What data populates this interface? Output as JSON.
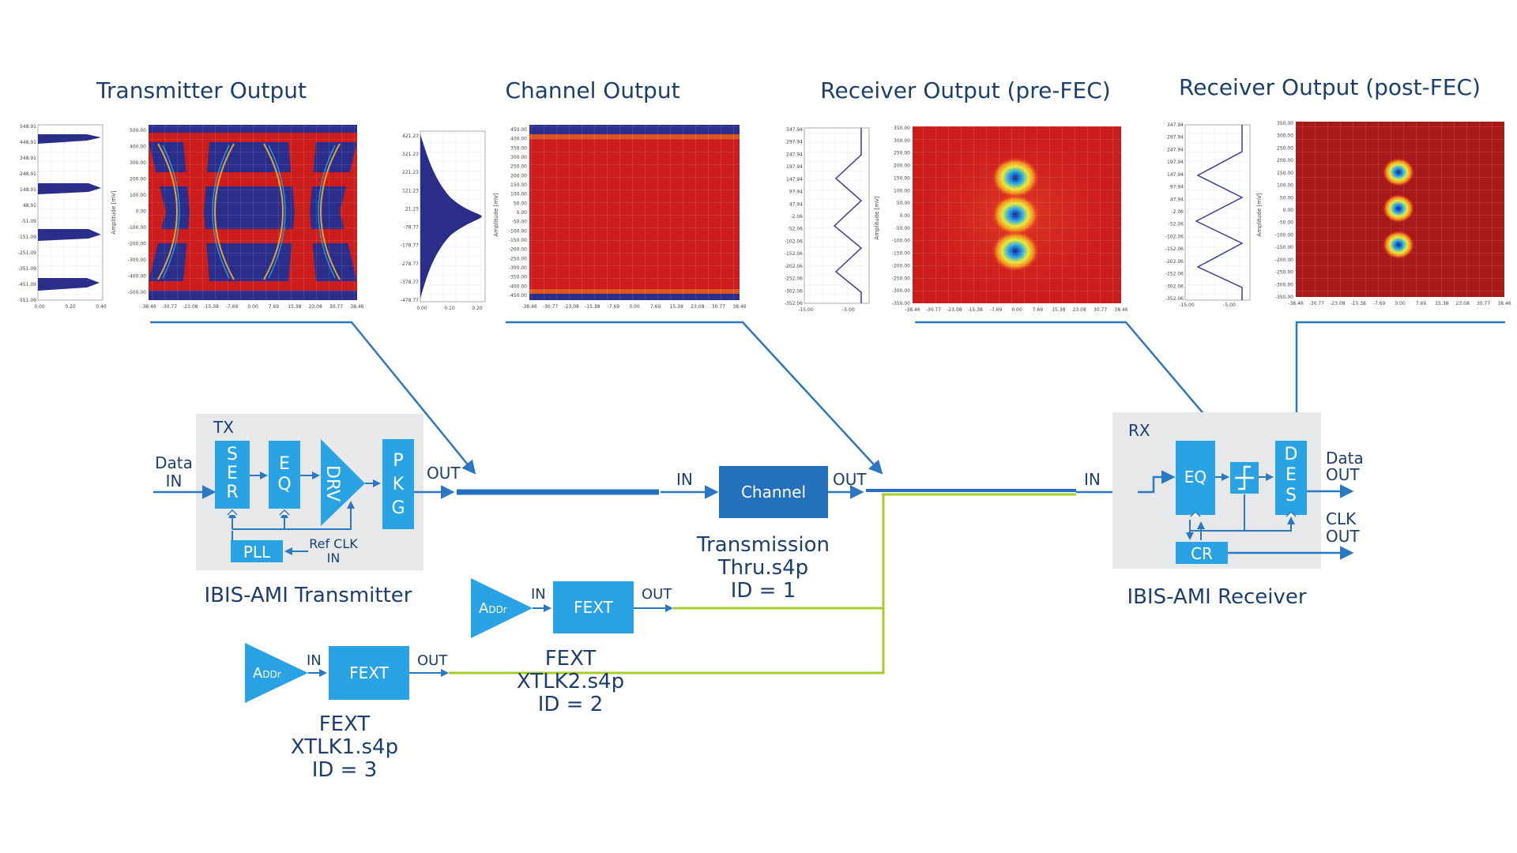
{
  "colors": {
    "navy": "#1b3f6e",
    "blue": "#2b78c2",
    "box_cyan": "#29a3e3",
    "box_dark": "#2470bd",
    "gray": "#e6e8ea",
    "green": "#a8cc2e",
    "eye_red": "#cc1d1d",
    "eye_dark": "#2a2d8a"
  },
  "panels": {
    "tx": {
      "title": "Transmitter Output",
      "hist_ticks": [
        "548.91",
        "448.91",
        "348.91",
        "248.91",
        "148.91",
        "48.91",
        "-51.09",
        "-151.09",
        "-251.09",
        "-351.09",
        "-451.09",
        "-551.09"
      ],
      "hist_xticks": [
        "0.00",
        "0.20",
        "0.40"
      ],
      "ylabel": "Amplitude [mV]",
      "eye_ticks": [
        "500.00",
        "400.00",
        "300.00",
        "200.00",
        "100.00",
        "0.00",
        "-100.00",
        "-200.00",
        "-300.00",
        "-400.00",
        "-500.00"
      ]
    },
    "ch": {
      "title": "Channel Output",
      "hist_ticks": [
        "421.23",
        "321.23",
        "221.23",
        "121.23",
        "21.23",
        "-78.77",
        "-178.77",
        "-278.77",
        "-378.77",
        "-478.77"
      ],
      "hist_xticks": [
        "0.00",
        "0.10",
        "0.20"
      ],
      "ylabel": "Amplitude [mV]",
      "eye_ticks": [
        "450.00",
        "400.00",
        "350.00",
        "300.00",
        "250.00",
        "200.00",
        "150.00",
        "100.00",
        "50.00",
        "0.00",
        "-50.00",
        "-100.00",
        "-150.00",
        "-200.00",
        "-250.00",
        "-300.00",
        "-350.00",
        "-400.00",
        "-450.00"
      ]
    },
    "rxpre": {
      "title": "Receiver Output (pre-FEC)",
      "hist_ticks": [
        "347.94",
        "297.94",
        "247.94",
        "197.94",
        "147.94",
        "97.94",
        "47.94",
        "-2.06",
        "-52.06",
        "-102.06",
        "-152.06",
        "-202.06",
        "-252.06",
        "-302.06",
        "-352.06"
      ],
      "hist_xticks": [
        "-15.00",
        "-5.00"
      ],
      "ylabel": "Amplitude [mV]",
      "eye_ticks": [
        "350.00",
        "300.00",
        "250.00",
        "200.00",
        "150.00",
        "100.00",
        "50.00",
        "0.00",
        "-50.00",
        "-100.00",
        "-150.00",
        "-200.00",
        "-250.00",
        "-300.00",
        "-350.00"
      ]
    },
    "rxpost": {
      "title": "Receiver Output (post-FEC)",
      "hist_ticks": [
        "347.94",
        "297.94",
        "247.94",
        "197.94",
        "147.94",
        "97.94",
        "47.94",
        "-2.06",
        "-52.06",
        "-102.06",
        "-152.06",
        "-202.06",
        "-252.06",
        "-302.06",
        "-352.06"
      ],
      "hist_xticks": [
        "-15.00",
        "-5.00"
      ],
      "ylabel": "Amplitude [mV]",
      "eye_ticks": [
        "350.00",
        "300.00",
        "250.00",
        "200.00",
        "150.00",
        "100.00",
        "50.00",
        "0.00",
        "-50.00",
        "-100.00",
        "-150.00",
        "-200.00",
        "-250.00",
        "-300.00",
        "-350.00"
      ]
    },
    "eye_xticks": [
      "-38.46",
      "-30.77",
      "-23.08",
      "-15.38",
      "-7.69",
      "0.00",
      "7.69",
      "15.38",
      "23.08",
      "30.77",
      "38.46"
    ]
  },
  "tx_block": {
    "tag": "TX",
    "ser": "SER",
    "eq": "EQ",
    "drv": "DRV",
    "pkg": "PKG",
    "pll": "PLL",
    "ref_clk_1": "Ref CLK",
    "ref_clk_2": "IN",
    "data_in_1": "Data",
    "data_in_2": "IN",
    "out": "OUT",
    "caption": "IBIS-AMI Transmitter"
  },
  "channel": {
    "in": "IN",
    "label": "Channel",
    "out": "OUT",
    "cap1": "Transmission",
    "cap2": "Thru.s4p",
    "cap3": "ID = 1"
  },
  "fext2": {
    "agg_main": "A",
    "agg_sub": "DDr",
    "in": "IN",
    "label": "FEXT",
    "out": "OUT",
    "cap1": "FEXT",
    "cap2": "XTLK2.s4p",
    "cap3": "ID = 2"
  },
  "fext1": {
    "agg_main": "A",
    "agg_sub": "DDr",
    "in": "IN",
    "label": "FEXT",
    "out": "OUT",
    "cap1": "FEXT",
    "cap2": "XTLK1.s4p",
    "cap3": "ID = 3"
  },
  "rx_block": {
    "tag": "RX",
    "in": "IN",
    "eq": "EQ",
    "des": "DES",
    "cr": "CR",
    "data_out_1": "Data",
    "data_out_2": "OUT",
    "clk_out_1": "CLK",
    "clk_out_2": "OUT",
    "caption": "IBIS-AMI Receiver"
  }
}
